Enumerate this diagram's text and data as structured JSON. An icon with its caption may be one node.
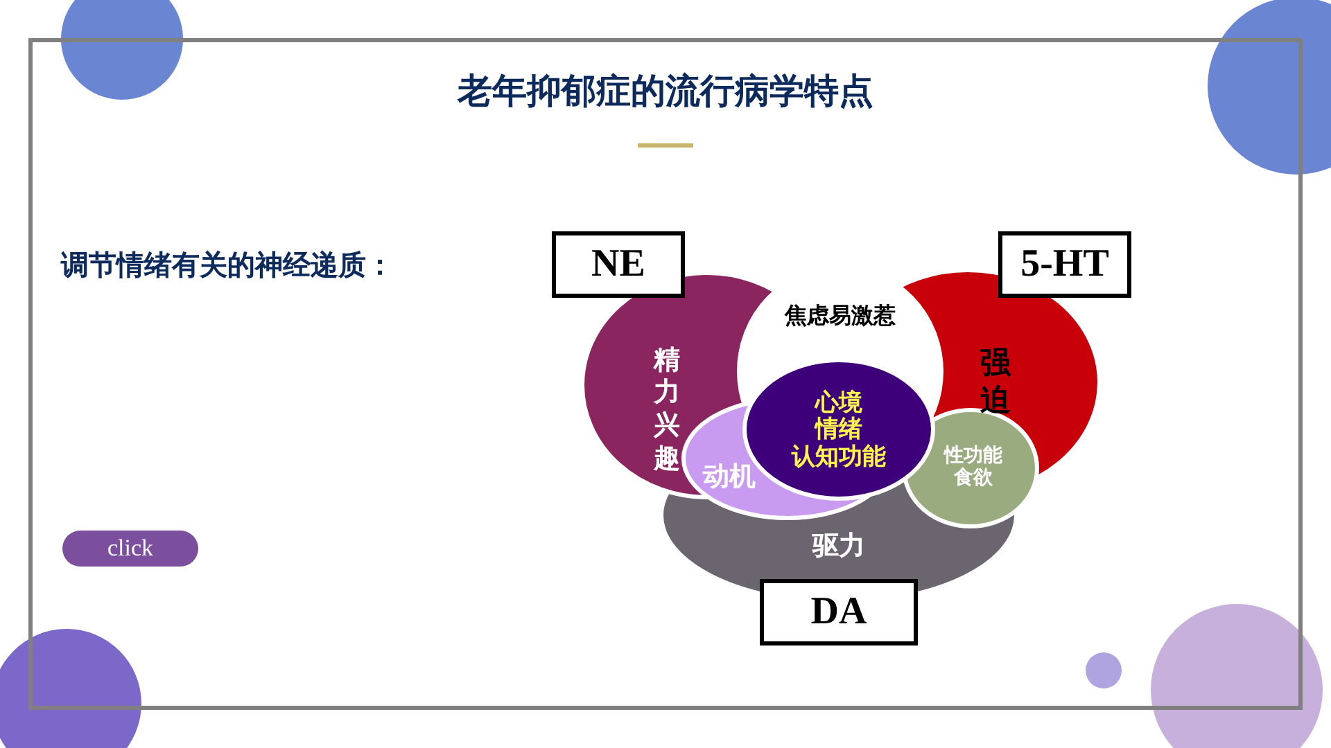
{
  "diagram": {
    "title": "老年抑郁症的流行病学特点",
    "nodes": [
      {
        "text": [
          "NE"
        ]
      },
      {
        "text": [
          "5-HT"
        ]
      },
      {
        "text": [
          "精力兴趣"
        ]
      },
      {
        "text": [
          "强迫"
        ]
      },
      {
        "text": [
          "驱力"
        ]
      },
      {
        "text": [
          "焦虑易激惹"
        ]
      },
      {
        "text": [
          "动机"
        ]
      },
      {
        "text": [
          "性功能",
          "食欲"
        ]
      },
      {
        "text": [
          "心境",
          "情绪",
          "认知功能"
        ]
      },
      {
        "text": [
          "DA"
        ]
      },
      {
        "text": [
          "click"
        ]
      }
    ],
    "labels": [
      "调节情绪有关的神经递质："
    ]
  }
}
